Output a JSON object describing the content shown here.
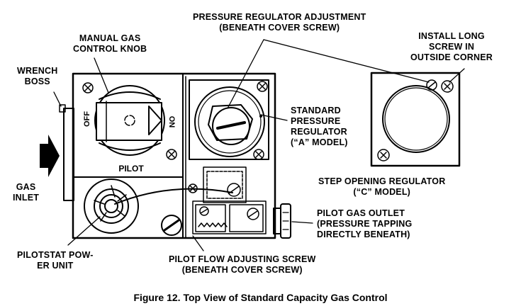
{
  "labels": {
    "pressure_regulator_adjustment": [
      "PRESSURE REGULATOR ADJUSTMENT",
      "(BENEATH COVER SCREW)"
    ],
    "manual_gas_control_knob": [
      "MANUAL GAS",
      "CONTROL KNOB"
    ],
    "install_long_screw": [
      "INSTALL LONG",
      "SCREW IN",
      "OUTSIDE CORNER"
    ],
    "wrench_boss": [
      "WRENCH",
      "BOSS"
    ],
    "standard_pressure_regulator": [
      "STANDARD",
      "PRESSURE",
      "REGULATOR",
      "(“A” MODEL)"
    ],
    "step_opening_regulator": [
      "STEP OPENING REGULATOR",
      "(“C” MODEL)"
    ],
    "gas_inlet": [
      "GAS",
      "INLET"
    ],
    "pilot_gas_outlet": [
      "PILOT GAS OUTLET",
      "(PRESSURE TAPPING",
      "DIRECTLY BENEATH)"
    ],
    "pilotstat_power_unit": [
      "PILOTSTAT POW-",
      "ER UNIT"
    ],
    "pilot_flow_adjusting_screw": [
      "PILOT FLOW ADJUSTING SCREW",
      "(BENEATH COVER SCREW)"
    ]
  },
  "knob_markings": {
    "off": "OFF",
    "on": "ON",
    "pilot": "PILOT"
  },
  "caption": "Figure 12. Top View of Standard Capacity Gas Control"
}
